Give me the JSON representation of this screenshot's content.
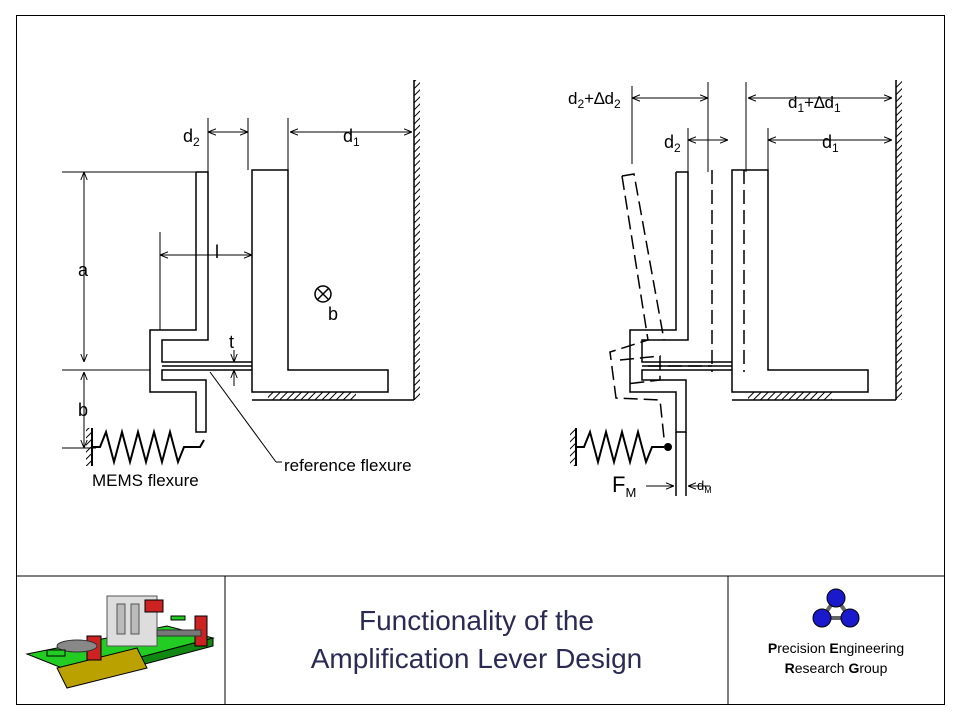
{
  "title": {
    "line1": "Functionality of the",
    "line2": "Amplification Lever Design"
  },
  "organization": {
    "line1": [
      {
        "initial": "P",
        "rest": "recision "
      },
      {
        "initial": "E",
        "rest": "ngineering"
      }
    ],
    "line2": [
      {
        "initial": "R",
        "rest": "esearch "
      },
      {
        "initial": "G",
        "rest": "roup"
      }
    ]
  },
  "left_diagram": {
    "d2": "d",
    "d2_sub": "2",
    "d1": "d",
    "d1_sub": "1",
    "a": "a",
    "b": "b",
    "l": "l",
    "t": "t",
    "b_out": "b",
    "mems_flexure": "MEMS flexure",
    "reference_flexure": "reference flexure"
  },
  "right_diagram": {
    "d2_delta_main": "d",
    "d2_delta_sub": "2",
    "d2_delta_plus": "+∆d",
    "d2_delta_sub2": "2",
    "d1_delta_main": "d",
    "d1_delta_sub": "1",
    "d1_delta_plus": "+∆d",
    "d1_delta_sub2": "1",
    "d2": "d",
    "d2_sub": "2",
    "d1": "d",
    "d1_sub": "1",
    "fm": "F",
    "fm_sub": "M",
    "dm": "d",
    "dm_sub": "M"
  },
  "colors": {
    "title_text": "#2a2a55",
    "logo_ball": "#1a1acc",
    "model_green": "#22cc22",
    "model_red": "#cc2222"
  }
}
